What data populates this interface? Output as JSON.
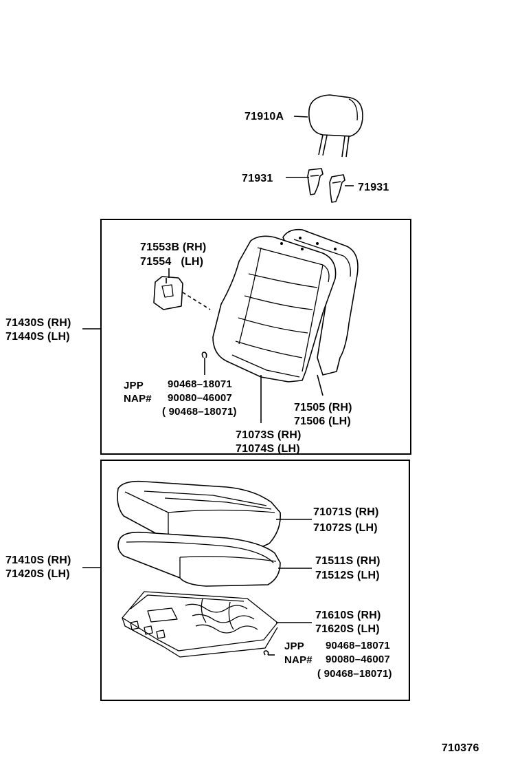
{
  "headrest": {
    "part": "71910A"
  },
  "support": {
    "left": "71931",
    "right": "71931"
  },
  "back": {
    "hinge_cover": {
      "rh": "71553B (RH)",
      "lh": "71554   (LH)"
    },
    "assy": {
      "rh": "71430S (RH)",
      "lh": "71440S (LH)"
    },
    "hog_ring": {
      "jpp": "JPP",
      "jpp_no": "90468–18071",
      "nap": "NAP#",
      "nap_no": "90080–46007",
      "alt_no": "( 90468–18071)"
    },
    "pad": {
      "rh": "71505 (RH)",
      "lh": "71506 (LH)"
    },
    "cover": {
      "rh": "71073S (RH)",
      "lh": "71074S (LH)"
    }
  },
  "cushion": {
    "assy": {
      "rh": "71410S (RH)",
      "lh": "71420S (LH)"
    },
    "cover": {
      "rh": "71071S (RH)",
      "lh": "71072S (LH)"
    },
    "pad": {
      "rh": "71511S (RH)",
      "lh": "71512S (LH)"
    },
    "frame": {
      "rh": "71610S (RH)",
      "lh": "71620S (LH)"
    },
    "hog_ring": {
      "jpp": "JPP",
      "jpp_no": "90468–18071",
      "nap": "NAP#",
      "nap_no": "90080–46007",
      "alt_no": "( 90468–18071)"
    }
  },
  "diagram_id": "710376"
}
